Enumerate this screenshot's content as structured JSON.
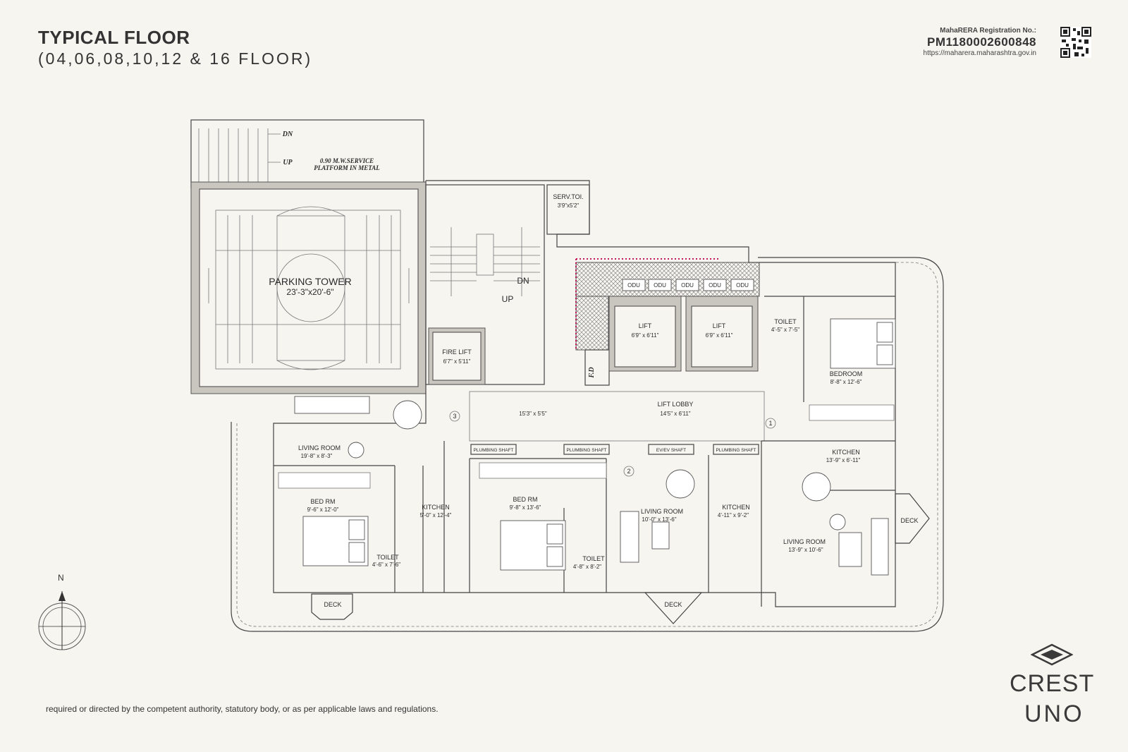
{
  "header": {
    "title": "TYPICAL FLOOR",
    "subtitle": "(04,06,08,10,12 & 16 FLOOR)"
  },
  "rera": {
    "label": "MahaRERA Registration No.:",
    "number": "PM1180002600848",
    "url": "https://maharera.maharashtra.gov.in"
  },
  "plan": {
    "stairs_top": {
      "dn": "DN",
      "up": "UP"
    },
    "service_platform": [
      "0.90 M.W.SERVICE",
      "PLATFORM IN METAL"
    ],
    "parking_tower": {
      "name": "PARKING TOWER",
      "dim": "23'-3\"x20'-6\""
    },
    "stair_core": {
      "dn": "DN",
      "up": "UP"
    },
    "serv_toilet": {
      "name": "SERV.TOI.",
      "dim": "3'9\"x5'2\""
    },
    "fire_lift": {
      "name": "FIRE LIFT",
      "dim": "6'7\" x 5'11\""
    },
    "fd": "F.D",
    "odu": [
      "ODU",
      "ODU",
      "ODU",
      "ODU",
      "ODU"
    ],
    "lift1": {
      "name": "LIFT",
      "dim": "6'9\" x 6'11\""
    },
    "lift2": {
      "name": "LIFT",
      "dim": "6'9\" x 6'11\""
    },
    "lift_lobby": {
      "name": "LIFT LOBBY",
      "dim": "14'5\" x 6'11\""
    },
    "lobby_left_dim": "15'3\" x 5'5\"",
    "unit_markers": [
      "3",
      "2",
      "1"
    ],
    "plumbing_shafts": [
      "PLUMBING SHAFT",
      "PLUMBING SHAFT",
      "PLUMBING SHAFT"
    ],
    "ev_shaft": "EV/EV SHAFT",
    "unit3": {
      "living": {
        "name": "LIVING ROOM",
        "dim": "19'-8\" x 8'-3\""
      },
      "bed": {
        "name": "BED RM",
        "dim": "9'-6\" x 12'-0\""
      },
      "kitchen": {
        "name": "KITCHEN",
        "dim": "5'-0\" x 12'-4\""
      },
      "toilet": {
        "name": "TOILET",
        "dim": "4'-6\" x 7'-6\""
      },
      "deck": "DECK"
    },
    "unit2": {
      "bed": {
        "name": "BED RM",
        "dim": "9'-8\" x 13'-6\""
      },
      "toilet": {
        "name": "TOILET",
        "dim": "4'-8\" x 8'-2\""
      },
      "living": {
        "name": "LIVING ROOM",
        "dim": "10'-0\" x 13'-6\""
      },
      "kitchen": {
        "name": "KITCHEN",
        "dim": "4'-11\" x 9'-2\""
      },
      "deck": "DECK"
    },
    "unit1": {
      "toilet": {
        "name": "TOILET",
        "dim": "4'-5\" x 7'-5\""
      },
      "bedroom": {
        "name": "BEDROOM",
        "dim": "8'-8\" x 12'-6\""
      },
      "kitchen": {
        "name": "KITCHEN",
        "dim": "13'-9\" x 6'-11\""
      },
      "living": {
        "name": "LIVING ROOM",
        "dim": "13'-9\" x 10'-6\""
      },
      "deck": "DECK"
    }
  },
  "north_label": "N",
  "disclaimer": "required or directed by the competent authority, statutory body, or as per applicable laws and regulations.",
  "brand": {
    "line1": "CREST",
    "line2": "UNO"
  },
  "colors": {
    "background": "#f7f5f0",
    "accent_hatch": "#c2185b"
  }
}
